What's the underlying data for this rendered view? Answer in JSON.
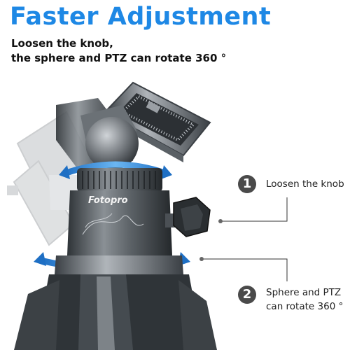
{
  "header": {
    "title": "Faster Adjustment",
    "subtitle_line1": "Loosen the knob,",
    "subtitle_line2": "the sphere and PTZ can rotate 360 °"
  },
  "product": {
    "brand": "Fotopro"
  },
  "callouts": [
    {
      "number": "1",
      "line1": "Loosen the knob",
      "line2": ""
    },
    {
      "number": "2",
      "line1": "Sphere and PTZ",
      "line2": "can rotate 360 °"
    }
  ],
  "colors": {
    "title": "#1e88e5",
    "arrow": "#2b8ee0",
    "badge": "#4a4a4a",
    "metal_dark": "#3b4146",
    "metal_mid": "#7a7f84"
  }
}
